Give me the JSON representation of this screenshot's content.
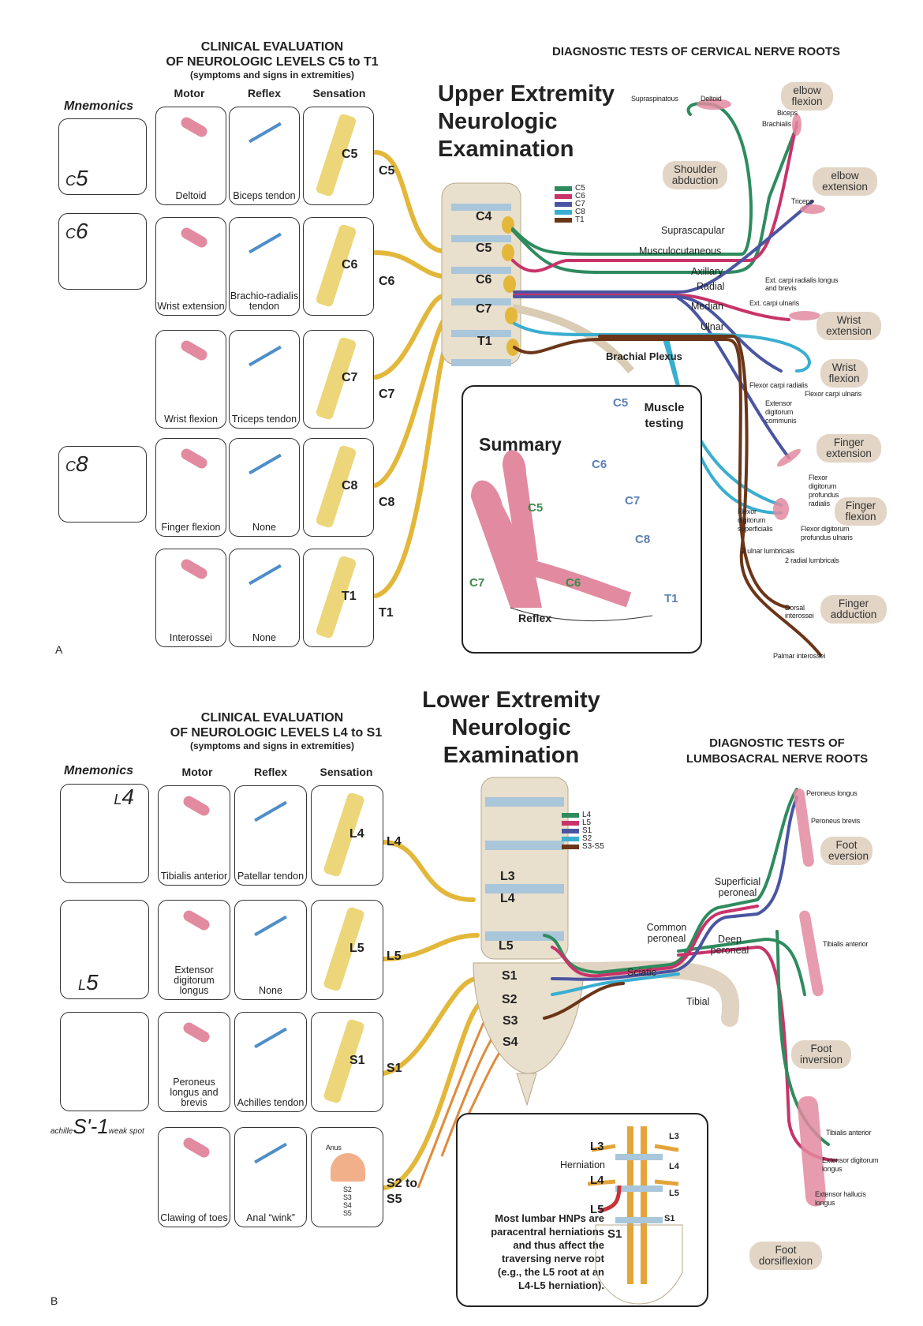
{
  "panel_a": {
    "label": "A",
    "clinical_title": [
      "CLINICAL EVALUATION",
      "OF NEUROLOGIC LEVELS C5 to T1"
    ],
    "clinical_subtitle": "(symptoms and signs in extremities)",
    "columns": {
      "mnemonics": "Mnemonics",
      "motor": "Motor",
      "reflex": "Reflex",
      "sensation": "Sensation"
    },
    "main_title": [
      "Upper Extremity",
      "Neurologic",
      "Examination"
    ],
    "diagnostic_title": "DIAGNOSTIC TESTS OF CERVICAL NERVE ROOTS",
    "rows": [
      {
        "level": "C5",
        "mnemonic_prefix": "C",
        "mnemonic_num": "5",
        "motor": "Deltoid",
        "reflex": "Biceps tendon",
        "sensation": "C5"
      },
      {
        "level": "C6",
        "mnemonic_prefix": "C",
        "mnemonic_num": "6",
        "motor": "Wrist extension",
        "reflex": "Brachio-radialis tendon",
        "sensation": "C6"
      },
      {
        "level": "C7",
        "mnemonic_prefix": "",
        "mnemonic_num": "",
        "motor": "Wrist flexion",
        "reflex": "Triceps tendon",
        "sensation": "C7"
      },
      {
        "level": "C8",
        "mnemonic_prefix": "C",
        "mnemonic_num": "8",
        "motor": "Finger flexion",
        "reflex": "None",
        "sensation": "C8"
      },
      {
        "level": "T1",
        "mnemonic_prefix": "",
        "mnemonic_num": "",
        "motor": "Interossei",
        "reflex": "None",
        "sensation": "T1"
      }
    ],
    "dermatome_small_labels": [
      "C5",
      "C6",
      "C7",
      "C8",
      "T1"
    ],
    "vertebrae": [
      "C4",
      "C5",
      "C6",
      "C7",
      "T1"
    ],
    "legend": [
      {
        "label": "C5",
        "color": "#2e8b5e"
      },
      {
        "label": "C6",
        "color": "#c8336a"
      },
      {
        "label": "C7",
        "color": "#4a55a2"
      },
      {
        "label": "C8",
        "color": "#3aaed0"
      },
      {
        "label": "T1",
        "color": "#6b3518"
      }
    ],
    "nerves": [
      "Suprascapular",
      "Musculocutaneous",
      "Axillary",
      "Radial",
      "Median",
      "Ulnar"
    ],
    "plexus_label": "Brachial Plexus",
    "muscles": [
      "Supraspinatous",
      "Deltoid",
      "Biceps",
      "Brachialis",
      "Triceps",
      "Ext. carpi radialis longus and brevis",
      "Ext. carpi ulnaris",
      "Flexor carpi radialis",
      "Flexor carpi ulnaris",
      "Extensor digitorum communis",
      "Flexor digitorum profundus radialis",
      "Flexor digitorum superficialis",
      "Flexor digitorum profundus ulnaris",
      "2 ulnar lumbricals",
      "2 radial lumbricals",
      "Dorsal interossei",
      "Palmar interossei"
    ],
    "tests": [
      "Shoulder abduction",
      "elbow flexion",
      "elbow extension",
      "Wrist extension",
      "Wrist flexion",
      "Finger extension",
      "Finger flexion",
      "Finger adduction"
    ],
    "summary": {
      "title": "Summary",
      "muscle_testing": "Muscle testing",
      "reflex": "Reflex",
      "muscle_levels": [
        "C5",
        "C6",
        "C7",
        "C8",
        "T1"
      ],
      "reflex_levels": [
        "C5",
        "C6",
        "C7"
      ]
    }
  },
  "panel_b": {
    "label": "B",
    "clinical_title": [
      "CLINICAL EVALUATION",
      "OF NEUROLOGIC LEVELS L4 to S1"
    ],
    "clinical_subtitle": "(symptoms and signs in extremities)",
    "columns": {
      "mnemonics": "Mnemonics",
      "motor": "Motor",
      "reflex": "Reflex",
      "sensation": "Sensation"
    },
    "main_title": [
      "Lower Extremity",
      "Neurologic",
      "Examination"
    ],
    "diagnostic_title": [
      "DIAGNOSTIC TESTS OF",
      "LUMBOSACRAL NERVE ROOTS"
    ],
    "rows": [
      {
        "level": "L4",
        "mnemonic_prefix": "L",
        "mnemonic_num": "4",
        "motor": "Tibialis anterior",
        "reflex": "Patellar tendon",
        "sensation": "L4"
      },
      {
        "level": "L5",
        "mnemonic_prefix": "L",
        "mnemonic_num": "5",
        "motor": "Extensor digitorum longus",
        "reflex": "None",
        "sensation": "L5"
      },
      {
        "level": "S1",
        "mnemonic_prefix": "",
        "mnemonic_num": "",
        "motor": "Peroneus longus and brevis",
        "reflex": "Achilles tendon",
        "sensation": "S1"
      },
      {
        "level": "S2 to S5",
        "mnemonic_prefix": "",
        "mnemonic_num": "",
        "motor": "Clawing of toes",
        "reflex": "Anal “wink”",
        "sensation": "Anus"
      }
    ],
    "s1_mnemonic": {
      "pre": "achille",
      "main": "S'-1",
      "post": "weak spot"
    },
    "sacral_points": [
      "S2",
      "S3",
      "S4",
      "S5"
    ],
    "vertebrae": [
      "L3",
      "L4",
      "L5",
      "S1",
      "S2",
      "S3",
      "S4"
    ],
    "legend": [
      {
        "label": "L4",
        "color": "#2e8b5e"
      },
      {
        "label": "L5",
        "color": "#c8336a"
      },
      {
        "label": "S1",
        "color": "#4a55a2"
      },
      {
        "label": "S2",
        "color": "#3aaed0"
      },
      {
        "label": "S3-S5",
        "color": "#6b3518"
      }
    ],
    "nerves": [
      "Superficial peroneal",
      "Common peroneal",
      "Deep peroneal",
      "Sciatic",
      "Tibial"
    ],
    "muscles": [
      "Peroneus longus",
      "Peroneus brevis",
      "Tibialis anterior",
      "Tibialis anterior",
      "Extensor digitorum longus",
      "Extensor hallucis longus"
    ],
    "tests": [
      "Foot eversion",
      "Foot inversion",
      "Foot dorsiflexion"
    ],
    "herniation_box": {
      "text": [
        "Most lumbar HNPs are",
        "paracentral herniations",
        "and thus affect the",
        "traversing nerve root",
        "(e.g., the L5 root at an",
        "L4-L5 herniation)."
      ],
      "left_labels": [
        "L3",
        "L4",
        "L5",
        "S1"
      ],
      "right_labels": [
        "L3",
        "L4",
        "L5",
        "S1"
      ],
      "herniation_label": "Herniation"
    }
  }
}
